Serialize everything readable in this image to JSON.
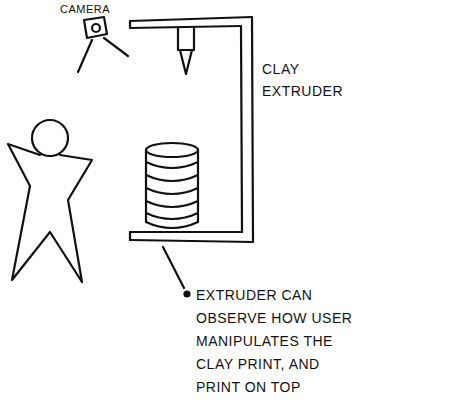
{
  "diagram": {
    "labels": [
      "CAMERA",
      "CLAY EXTRUDER",
      "EXTRUDER CAN OBSERVE HOW USER MANIPULATES THE CLAY PRINT, AND PRINT ON TOP"
    ]
  }
}
